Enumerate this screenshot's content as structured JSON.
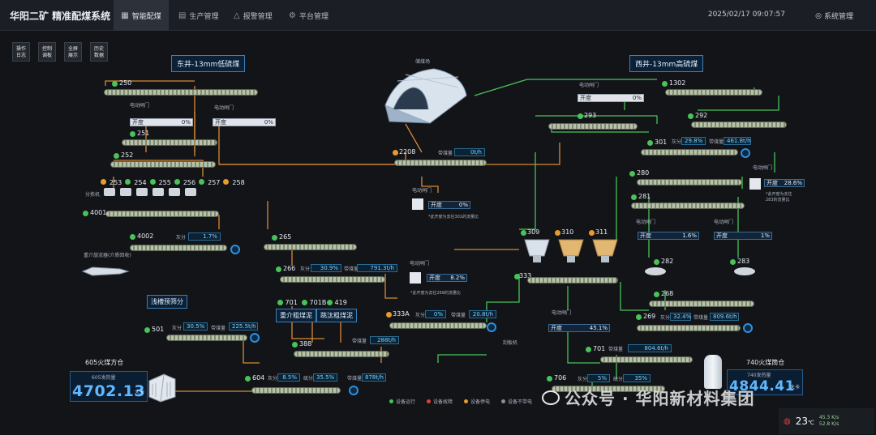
{
  "app": {
    "title": "华阳二矿 精准配煤系统",
    "datetime": "2025/02/17  09:07:57",
    "system_mgmt": "系统管理"
  },
  "nav": [
    {
      "label": "智能配煤",
      "icon": "chart-icon",
      "active": true
    },
    {
      "label": "生产管理",
      "icon": "grid-icon",
      "active": false
    },
    {
      "label": "报警管理",
      "icon": "bell-icon",
      "active": false
    },
    {
      "label": "平台管理",
      "icon": "gear-icon",
      "active": false
    }
  ],
  "side_buttons": [
    {
      "line1": "操作",
      "line2": "日志"
    },
    {
      "line1": "控制",
      "line2": "调板"
    },
    {
      "line1": "全屏",
      "line2": "展示"
    },
    {
      "line1": "历史",
      "line2": "数据"
    }
  ],
  "sources": {
    "east": "东井-13mm低硫煤",
    "west": "西井-13mm高硫煤",
    "storage": "储煤场"
  },
  "belts": {
    "b250": "250",
    "b251": "251",
    "b252": "252",
    "b253": "253",
    "b254": "254",
    "b255": "255",
    "b256": "256",
    "b257": "257",
    "b258": "258",
    "b4001": "4001",
    "b4002": "4002",
    "b265": "265",
    "b266": "266",
    "b1302": "1302",
    "b293": "293",
    "b292": "292",
    "b301": "301",
    "b2208": "2208",
    "b280": "280",
    "b281": "281",
    "b282": "282",
    "b283": "283",
    "b309": "309",
    "b310": "310",
    "b311": "311",
    "b333": "333",
    "b268": "268",
    "b269": "269",
    "b333a": "333A",
    "b501": "501",
    "b388": "388",
    "b701": "701",
    "b701b": "701B",
    "b419": "419",
    "b604": "604",
    "b706": "706",
    "b701r": "701"
  },
  "gates": {
    "label": "电动闸门",
    "open_label": "开度",
    "g1": "0%",
    "g2": "0%",
    "g3": "0%",
    "g4": "0%",
    "g5": "28.6%",
    "g6": "1.6%",
    "g7": "1%",
    "g8": "8.2%",
    "g9": "45.1%"
  },
  "readings": {
    "r4002_label": "灰分",
    "r4002": "1.7%",
    "r266_ash": "30.9%",
    "r266_flow": "791.3t/h",
    "r301_ash": "29.8%",
    "r301_flow": "461.8t/h",
    "r2208_label": "带煤量",
    "r2208": "0t/h",
    "r333a_ash": "0%",
    "r333a_flow": "20.8t/h",
    "r269_ash": "32.4%",
    "r269_flow": "809.6t/h",
    "r501_ash": "30.5%",
    "r501_flow": "225.5t/h",
    "r388_label": "带煤量",
    "r388": "288t/h",
    "r604_ash": "8.5%",
    "r604_sulfur": "35.5%",
    "r604_flow": "878t/h",
    "r701_flow": "804.6t/h",
    "r706_ash": "5%",
    "r706_sulfur": "35%",
    "ash_label": "灰分",
    "sulfur_label": "硫分",
    "flow_label": "带煤量"
  },
  "notes": {
    "n1": "*此开度为去往301的流量比",
    "n2": "*此开度为去往268的流量比",
    "n3": "*此开度为去往283的流量比"
  },
  "misc": {
    "splitter": "分拣机",
    "dust": "重介旋流器(介质回收)",
    "shallow": "浅槽预筛分",
    "coarse1": "重介粗煤泥",
    "coarse2": "跳汰粗煤泥",
    "scraper": "刮板机"
  },
  "bins": {
    "left_title": "605火煤方仓",
    "left_sub": "605发热量",
    "left_value": "4702.13",
    "left_unit": "大卡",
    "right_title": "740火煤筒仓",
    "right_sub": "740发热量",
    "right_value": "4844.41",
    "right_unit": "大卡"
  },
  "legend": [
    {
      "label": "设备运行",
      "color": "#49c25a"
    },
    {
      "label": "设备故障",
      "color": "#e0413a"
    },
    {
      "label": "设备停电",
      "color": "#e89b2a"
    },
    {
      "label": "设备不带电",
      "color": "#8a8f98"
    }
  ],
  "watermark": "公众号 · 华阳新材料集团",
  "tray": {
    "temp": "23",
    "unit": "℃",
    "up": "45.3 K/s",
    "down": "52.8 K/s"
  }
}
